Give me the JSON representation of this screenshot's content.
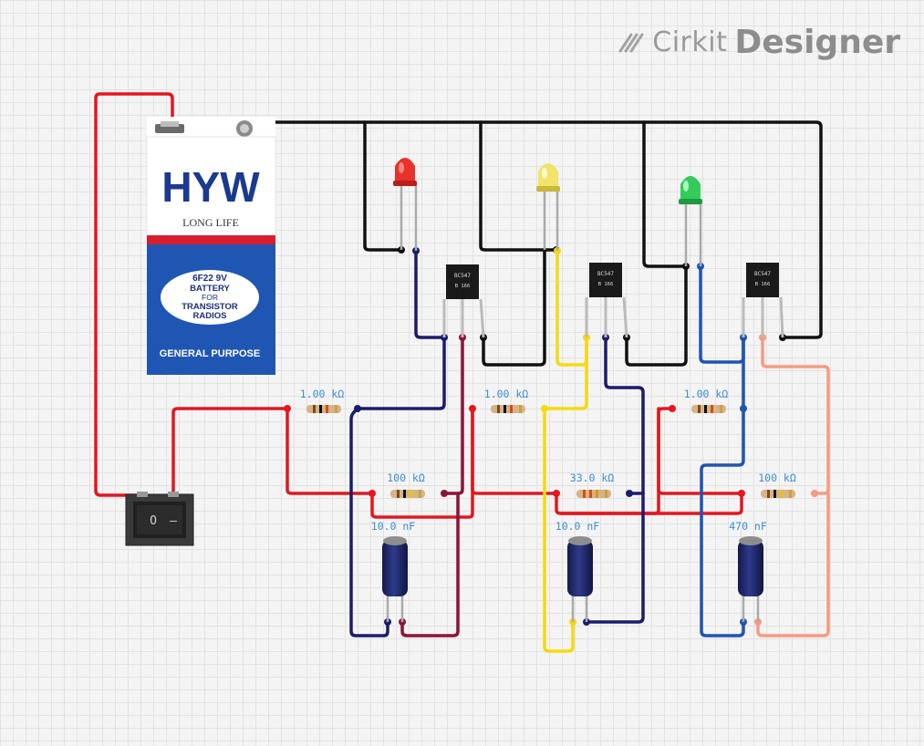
{
  "brand": {
    "name_light": "Cirkit",
    "name_bold": "Designer",
    "icon": "cirkit-logo-icon"
  },
  "battery": {
    "brand": "HYW",
    "tagline": "LONG LIFE",
    "model": "6F22 9V",
    "line2": "BATTERY",
    "line3": "FOR",
    "line4": "TRANSISTOR",
    "line5": "RADIOS",
    "footer": "GENERAL PURPOSE",
    "colors": {
      "body": "#2056b3",
      "top": "#ffffff",
      "stripe": "#d81e2c",
      "brand_blue": "#1b3a8f",
      "brand_red": "#d81e2c"
    }
  },
  "switch": {
    "icon": "rocker-switch-icon",
    "symbol_off": "O",
    "symbol_on": "—"
  },
  "transistors": [
    {
      "part": "BC547",
      "code": "B 166"
    },
    {
      "part": "BC547",
      "code": "B 166"
    },
    {
      "part": "BC547",
      "code": "B 166"
    }
  ],
  "leds": [
    {
      "color_name": "red",
      "color": "#e8322b"
    },
    {
      "color_name": "yellow",
      "color": "#f2e36a"
    },
    {
      "color_name": "green",
      "color": "#33cc5a"
    }
  ],
  "resistor_labels": {
    "r1": "1.00 kΩ",
    "r2": "1.00 kΩ",
    "r3": "1.00 kΩ",
    "r4": "100 kΩ",
    "r5": "33.0 kΩ",
    "r6": "100 kΩ"
  },
  "capacitor_labels": {
    "c1": "10.0 nF",
    "c2": "10.0 nF",
    "c3": "470 nF"
  },
  "wire_colors": {
    "red": "#e4161f",
    "black": "#111111",
    "navy": "#1c1c6c",
    "maroon": "#8a1538",
    "yellow": "#f5d90f",
    "blue": "#1e55b0",
    "salmon": "#f49c82"
  }
}
